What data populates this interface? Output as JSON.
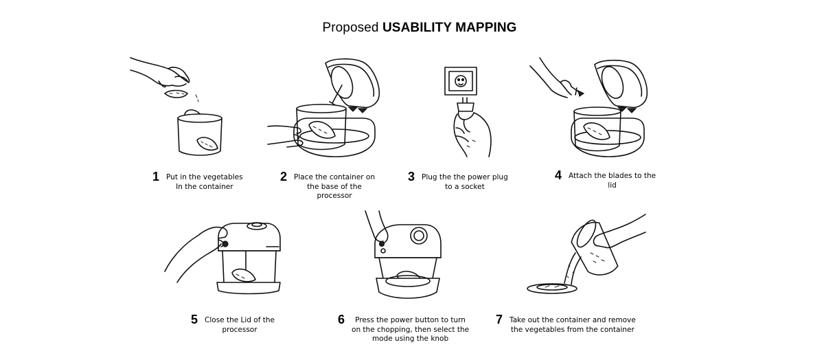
{
  "title": {
    "normal": "Proposed",
    "bold": "USABILITY MAPPING"
  },
  "steps": [
    {
      "number": "1",
      "text": "Put in the vegetables\nIn the container"
    },
    {
      "number": "2",
      "text": "Place the container on\nthe base of the\nprocessor"
    },
    {
      "number": "3",
      "text": "Plug the the power plug\nto a socket"
    },
    {
      "number": "4",
      "text": "Attach the blades to the\nlid"
    },
    {
      "number": "5",
      "text": "Close the Lid of the\nprocessor"
    },
    {
      "number": "6",
      "text": "Press the power button to turn\non  the chopping, then select the\nmode using the knob"
    },
    {
      "number": "7",
      "text": "Take out the container and remove\nthe vegetables from the container"
    }
  ],
  "icons": {
    "step1": "hand-dropping-vegetables-icon",
    "step2": "container-on-base-icon",
    "step3": "plug-into-socket-icon",
    "step4": "attach-blades-icon",
    "step5": "close-lid-icon",
    "step6": "press-power-button-icon",
    "step7": "pour-vegetables-icon"
  }
}
